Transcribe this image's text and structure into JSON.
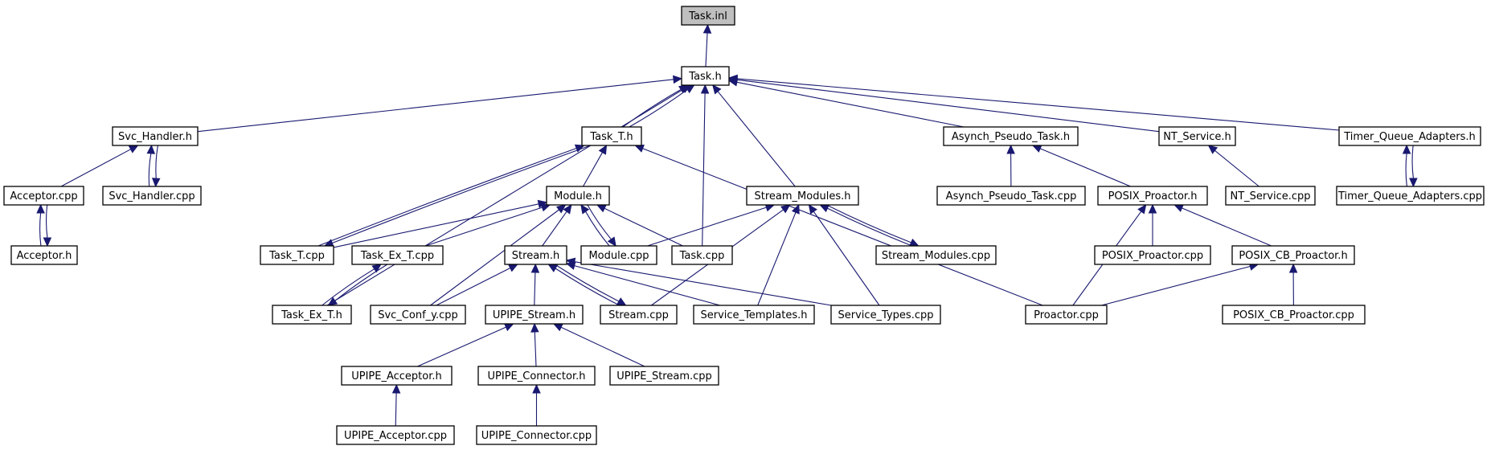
{
  "graph": {
    "title": "Task.inl",
    "nodes": [
      {
        "id": "task_inl",
        "label": "Task.inl",
        "root": true
      },
      {
        "id": "task_h",
        "label": "Task.h"
      },
      {
        "id": "svc_handler_h",
        "label": "Svc_Handler.h"
      },
      {
        "id": "task_t_h",
        "label": "Task_T.h"
      },
      {
        "id": "asynch_pseudo_task_h",
        "label": "Asynch_Pseudo_Task.h"
      },
      {
        "id": "nt_service_h",
        "label": "NT_Service.h"
      },
      {
        "id": "timer_queue_adapters_h",
        "label": "Timer_Queue_Adapters.h"
      },
      {
        "id": "acceptor_cpp",
        "label": "Acceptor.cpp"
      },
      {
        "id": "svc_handler_cpp",
        "label": "Svc_Handler.cpp"
      },
      {
        "id": "module_h",
        "label": "Module.h"
      },
      {
        "id": "stream_modules_h",
        "label": "Stream_Modules.h"
      },
      {
        "id": "asynch_pseudo_task_cpp",
        "label": "Asynch_Pseudo_Task.cpp"
      },
      {
        "id": "posix_proactor_h",
        "label": "POSIX_Proactor.h"
      },
      {
        "id": "nt_service_cpp",
        "label": "NT_Service.cpp"
      },
      {
        "id": "timer_queue_adapters_cpp",
        "label": "Timer_Queue_Adapters.cpp"
      },
      {
        "id": "acceptor_h",
        "label": "Acceptor.h"
      },
      {
        "id": "task_t_cpp",
        "label": "Task_T.cpp"
      },
      {
        "id": "task_ex_t_cpp",
        "label": "Task_Ex_T.cpp"
      },
      {
        "id": "stream_h",
        "label": "Stream.h"
      },
      {
        "id": "module_cpp",
        "label": "Module.cpp"
      },
      {
        "id": "task_cpp",
        "label": "Task.cpp"
      },
      {
        "id": "stream_modules_cpp",
        "label": "Stream_Modules.cpp"
      },
      {
        "id": "posix_proactor_cpp",
        "label": "POSIX_Proactor.cpp"
      },
      {
        "id": "posix_cb_proactor_h",
        "label": "POSIX_CB_Proactor.h"
      },
      {
        "id": "task_ex_t_h",
        "label": "Task_Ex_T.h"
      },
      {
        "id": "svc_conf_y_cpp",
        "label": "Svc_Conf_y.cpp"
      },
      {
        "id": "upipe_stream_h",
        "label": "UPIPE_Stream.h"
      },
      {
        "id": "stream_cpp",
        "label": "Stream.cpp"
      },
      {
        "id": "service_templates_h",
        "label": "Service_Templates.h"
      },
      {
        "id": "service_types_cpp",
        "label": "Service_Types.cpp"
      },
      {
        "id": "proactor_cpp",
        "label": "Proactor.cpp"
      },
      {
        "id": "posix_cb_proactor_cpp",
        "label": "POSIX_CB_Proactor.cpp"
      },
      {
        "id": "upipe_acceptor_h",
        "label": "UPIPE_Acceptor.h"
      },
      {
        "id": "upipe_connector_h",
        "label": "UPIPE_Connector.h"
      },
      {
        "id": "upipe_stream_cpp",
        "label": "UPIPE_Stream.cpp"
      },
      {
        "id": "upipe_acceptor_cpp",
        "label": "UPIPE_Acceptor.cpp"
      },
      {
        "id": "upipe_connector_cpp",
        "label": "UPIPE_Connector.cpp"
      }
    ],
    "edges": [
      {
        "from": "task_h",
        "to": "task_inl"
      },
      {
        "from": "svc_handler_h",
        "to": "task_h"
      },
      {
        "from": "task_t_h",
        "to": "task_h"
      },
      {
        "from": "task_t_h",
        "to": "task_h"
      },
      {
        "from": "asynch_pseudo_task_h",
        "to": "task_h"
      },
      {
        "from": "nt_service_h",
        "to": "task_h"
      },
      {
        "from": "timer_queue_adapters_h",
        "to": "task_h"
      },
      {
        "from": "stream_modules_h",
        "to": "task_h"
      },
      {
        "from": "task_cpp",
        "to": "task_h"
      },
      {
        "from": "task_ex_t_h",
        "to": "task_h"
      },
      {
        "from": "acceptor_cpp",
        "to": "svc_handler_h"
      },
      {
        "from": "svc_handler_cpp",
        "to": "svc_handler_h"
      },
      {
        "from": "svc_handler_h",
        "to": "svc_handler_cpp"
      },
      {
        "from": "acceptor_h",
        "to": "acceptor_cpp"
      },
      {
        "from": "acceptor_cpp",
        "to": "acceptor_h"
      },
      {
        "from": "module_h",
        "to": "task_t_h"
      },
      {
        "from": "task_t_cpp",
        "to": "task_t_h"
      },
      {
        "from": "task_t_h",
        "to": "task_t_cpp"
      },
      {
        "from": "proactor_cpp",
        "to": "task_t_h"
      },
      {
        "from": "asynch_pseudo_task_cpp",
        "to": "asynch_pseudo_task_h"
      },
      {
        "from": "posix_proactor_h",
        "to": "asynch_pseudo_task_h"
      },
      {
        "from": "nt_service_cpp",
        "to": "nt_service_h"
      },
      {
        "from": "timer_queue_adapters_cpp",
        "to": "timer_queue_adapters_h"
      },
      {
        "from": "timer_queue_adapters_h",
        "to": "timer_queue_adapters_cpp"
      },
      {
        "from": "task_t_cpp",
        "to": "module_h"
      },
      {
        "from": "task_ex_t_cpp",
        "to": "module_h"
      },
      {
        "from": "stream_h",
        "to": "module_h"
      },
      {
        "from": "module_cpp",
        "to": "module_h"
      },
      {
        "from": "module_h",
        "to": "module_cpp"
      },
      {
        "from": "task_cpp",
        "to": "module_h"
      },
      {
        "from": "svc_conf_y_cpp",
        "to": "module_h"
      },
      {
        "from": "module_cpp",
        "to": "stream_modules_h"
      },
      {
        "from": "stream_modules_cpp",
        "to": "stream_modules_h"
      },
      {
        "from": "stream_modules_h",
        "to": "stream_modules_cpp"
      },
      {
        "from": "stream_cpp",
        "to": "stream_modules_h"
      },
      {
        "from": "service_templates_h",
        "to": "stream_modules_h"
      },
      {
        "from": "service_types_cpp",
        "to": "stream_modules_h"
      },
      {
        "from": "posix_proactor_cpp",
        "to": "posix_proactor_h"
      },
      {
        "from": "posix_cb_proactor_h",
        "to": "posix_proactor_h"
      },
      {
        "from": "proactor_cpp",
        "to": "posix_proactor_h"
      },
      {
        "from": "task_ex_t_h",
        "to": "task_ex_t_cpp"
      },
      {
        "from": "task_ex_t_cpp",
        "to": "task_ex_t_h"
      },
      {
        "from": "svc_conf_y_cpp",
        "to": "stream_h"
      },
      {
        "from": "upipe_stream_h",
        "to": "stream_h"
      },
      {
        "from": "stream_cpp",
        "to": "stream_h"
      },
      {
        "from": "stream_h",
        "to": "stream_cpp"
      },
      {
        "from": "service_templates_h",
        "to": "stream_h"
      },
      {
        "from": "service_types_cpp",
        "to": "stream_h"
      },
      {
        "from": "proactor_cpp",
        "to": "posix_cb_proactor_h"
      },
      {
        "from": "posix_cb_proactor_cpp",
        "to": "posix_cb_proactor_h"
      },
      {
        "from": "upipe_acceptor_h",
        "to": "upipe_stream_h"
      },
      {
        "from": "upipe_connector_h",
        "to": "upipe_stream_h"
      },
      {
        "from": "upipe_stream_cpp",
        "to": "upipe_stream_h"
      },
      {
        "from": "upipe_acceptor_cpp",
        "to": "upipe_acceptor_h"
      },
      {
        "from": "upipe_connector_cpp",
        "to": "upipe_connector_h"
      }
    ]
  }
}
